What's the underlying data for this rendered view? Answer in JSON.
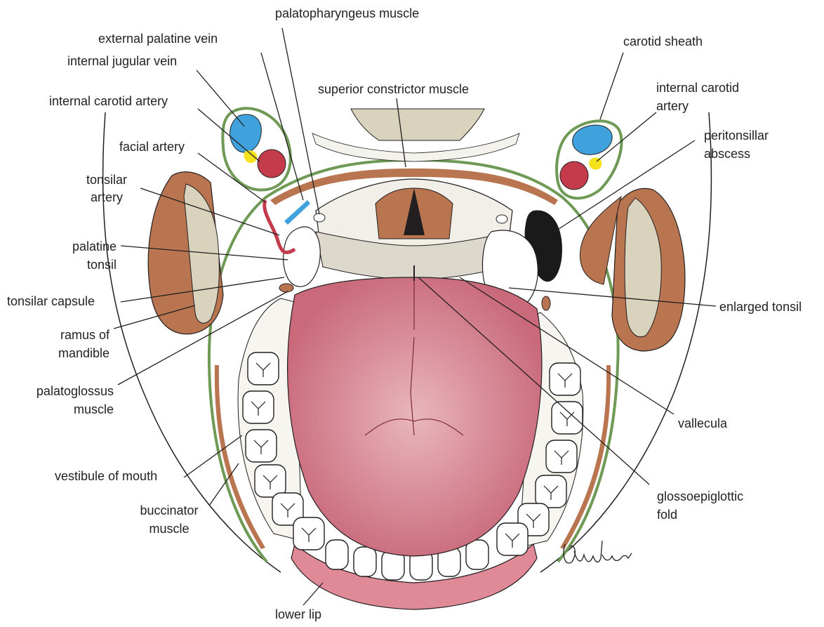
{
  "colors": {
    "muscle": "#b8754f",
    "muscle_dark": "#8c4a2c",
    "bone": "#d9d3bd",
    "tongue": "#c9697a",
    "tongue_light": "#e9b6bd",
    "lip": "#e08a98",
    "sheath": "#6e9a55",
    "vein": "#3fa2dc",
    "artery": "#c43c4c",
    "nerve": "#f4e21a",
    "abscess": "#1a1a1a",
    "line": "#231f20"
  },
  "labels": {
    "palatopharyngeus_muscle": "palatopharyngeus muscle",
    "external_palatine_vein": "external palatine vein",
    "internal_jugular_vein": "internal jugular vein",
    "internal_carotid_artery_left": "internal carotid artery",
    "facial_artery": "facial artery",
    "tonsilar_artery_line1": "tonsilar",
    "tonsilar_artery_line2": "artery",
    "palatine_tonsil_line1": "palatine",
    "palatine_tonsil_line2": "tonsil",
    "tonsilar_capsule": "tonsilar capsule",
    "ramus_line1": "ramus of",
    "ramus_line2": "mandible",
    "palatoglossus_line1": "palatoglossus",
    "palatoglossus_line2": "muscle",
    "vestibule_of_mouth": "vestibule of mouth",
    "buccinator_line1": "buccinator",
    "buccinator_line2": "muscle",
    "lower_lip": "lower lip",
    "superior_constrictor_muscle": "superior constrictor muscle",
    "carotid_sheath": "carotid sheath",
    "internal_carotid_right_line1": "internal carotid",
    "internal_carotid_right_line2": "artery",
    "peritonsillar_line1": "peritonsillar",
    "peritonsillar_line2": "abscess",
    "enlarged_tonsil": "enlarged tonsil",
    "vallecula": "vallecula",
    "glossoepiglottic_line1": "glossoepiglottic",
    "glossoepiglottic_line2": "fold"
  },
  "signature": "Grunther"
}
